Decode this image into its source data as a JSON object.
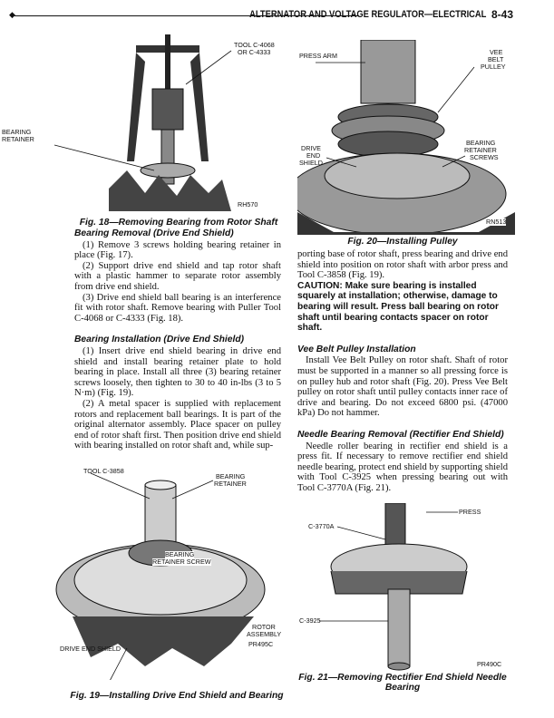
{
  "header": {
    "title": "ALTERNATOR AND VOLTAGE REGULATOR—ELECTRICAL",
    "page": "8-43"
  },
  "fig18": {
    "caption": "Fig. 18—Removing Bearing from Rotor Shaft",
    "labels": {
      "tool": "TOOL C-4068",
      "tool2": "OR C-4333",
      "bearing": "BEARING",
      "retainer": "RETAINER",
      "code": "RH570"
    }
  },
  "fig20": {
    "caption": "Fig. 20—Installing Pulley",
    "labels": {
      "press_arm": "PRESS ARM",
      "vee": "VEE",
      "belt": "BELT",
      "pulley": "PULLEY",
      "drive": "DRIVE",
      "end": "END",
      "shield": "SHIELD",
      "bearing": "BEARING",
      "retainer": "RETAINER",
      "screws": "SCREWS",
      "code": "RN513"
    }
  },
  "fig19": {
    "caption": "Fig. 19—Installing Drive End Shield and Bearing",
    "labels": {
      "tool": "TOOL C-3858",
      "bearing": "BEARING",
      "retainer": "RETAINER",
      "bearing2": "BEARING",
      "retainer_screw": "RETAINER SCREW",
      "rotor": "ROTOR",
      "assembly": "ASSEMBLY",
      "drive_end_shield": "DRIVE END SHIELD",
      "code": "PR495C"
    }
  },
  "fig21": {
    "caption1": "Fig. 21—Removing Rectifier End Shield Needle",
    "caption2": "Bearing",
    "labels": {
      "press": "PRESS",
      "c3770a": "C-3770A",
      "c3925": "C-3925",
      "code": "PR490C"
    }
  },
  "left": {
    "h1": "Bearing Removal (Drive End Shield)",
    "p1": "(1) Remove 3 screws holding bearing retainer in place (Fig. 17).",
    "p2": "(2) Support drive end shield and tap rotor shaft with a plastic hammer to separate rotor assembly from drive end shield.",
    "p3": "(3) Drive end shield ball bearing is an interference fit with rotor shaft. Remove bearing with Puller Tool C-4068 or C-4333 (Fig. 18).",
    "h2": "Bearing Installation (Drive End Shield)",
    "p4": "(1) Insert drive end shield bearing in drive end shield and install bearing retainer plate to hold bearing in place. Install all three (3) bearing retainer screws loosely, then tighten to 30 to 40 in-lbs (3 to 5 N·m) (Fig. 19).",
    "p5": "(2) A metal spacer is supplied with replacement rotors and replacement ball bearings. It is part of the original alternator assembly. Place spacer on pulley end of rotor shaft first. Then position drive end shield with bearing installed on rotor shaft and, while sup-"
  },
  "right": {
    "p1": "porting base of rotor shaft, press bearing and drive end shield into position on rotor shaft with arbor press and Tool C-3858 (Fig. 19).",
    "caution": "CAUTION: Make sure bearing is installed squarely at installation; otherwise, damage to bearing will result. Press ball bearing on rotor shaft until bearing contacts spacer on rotor shaft.",
    "h1": "Vee Belt Pulley Installation",
    "p2": "Install Vee Belt Pulley on rotor shaft. Shaft of rotor must be supported in a manner so all pressing force is on pulley hub and rotor shaft (Fig. 20). Press Vee Belt pulley on rotor shaft until pulley contacts inner race of drive and bearing. Do not exceed 6800 psi. (47000 kPa) Do not hammer.",
    "h2": "Needle Bearing Removal (Rectifier End Shield)",
    "p3": "Needle roller bearing in rectifier end shield is a press fit. If necessary to remove rectifier end shield needle bearing, protect end shield by supporting shield with Tool C-3925 when pressing bearing out with Tool C-3770A (Fig. 21)."
  }
}
